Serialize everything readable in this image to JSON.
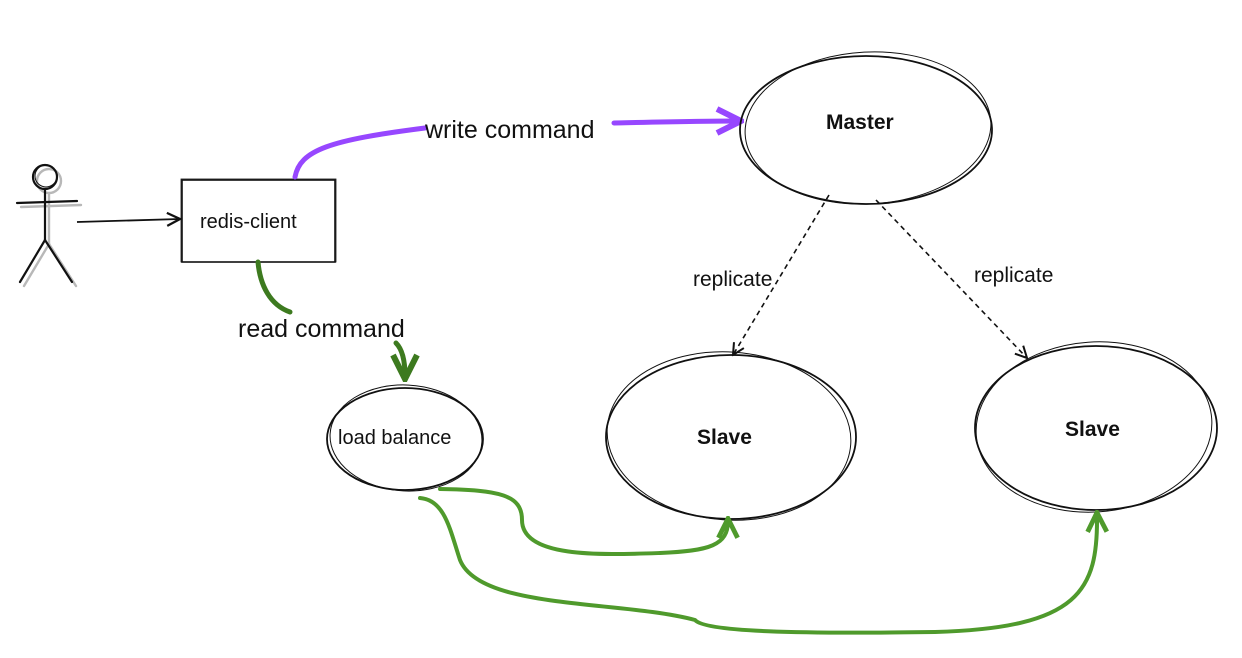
{
  "nodes": {
    "client": "redis-client",
    "master": "Master",
    "slave_left": "Slave",
    "slave_right": "Slave",
    "load_balance": "load balance"
  },
  "edges": {
    "write": "write command",
    "read": "read command",
    "replicate_left": "replicate",
    "replicate_right": "replicate"
  },
  "colors": {
    "write_edge": "#9747ff",
    "read_edge": "#3d7a1f",
    "balance_edge": "#4f9a2c",
    "stroke": "#111111"
  },
  "icons": {
    "user": "stick-figure-icon"
  }
}
